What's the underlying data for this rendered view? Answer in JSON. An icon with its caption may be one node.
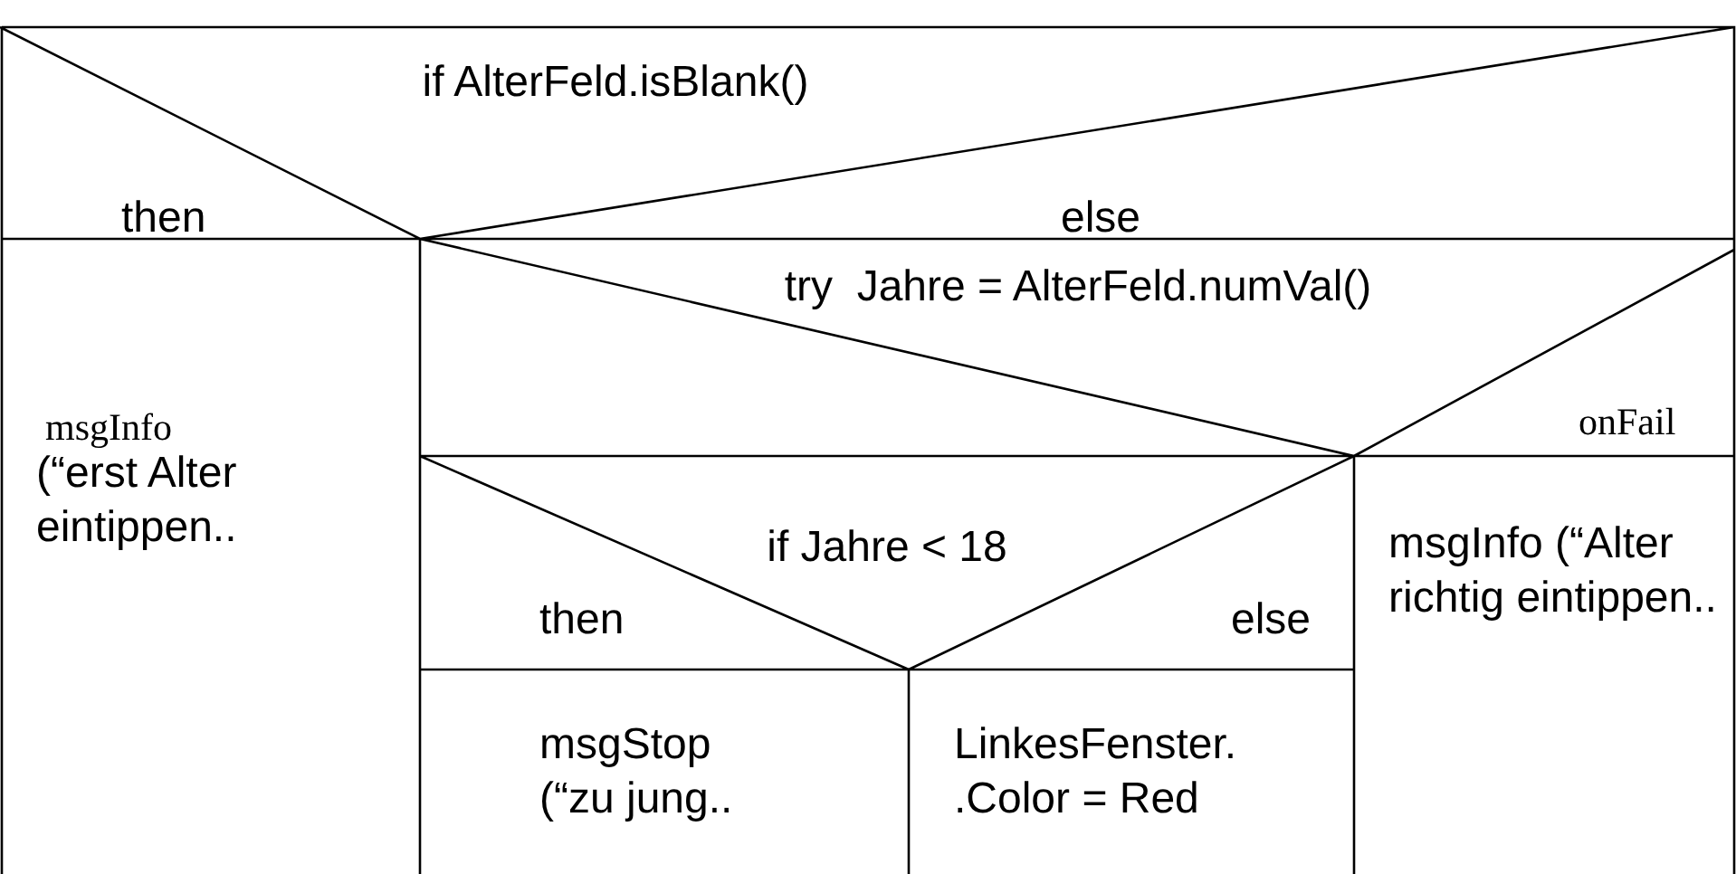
{
  "diagram": {
    "nodes": [
      {
        "text": [
          "if AlterFeld.isBlank()",
          "then",
          "else"
        ]
      },
      {
        "text": [
          "msgInfo",
          "(“erst Alter eintippen.."
        ]
      },
      {
        "text": [
          "try  Jahre = AlterFeld.numVal()",
          "onFail"
        ]
      },
      {
        "text": [
          "if Jahre < 18",
          "then",
          "else"
        ]
      },
      {
        "text": [
          "msgStop (“zu jung.."
        ]
      },
      {
        "text": [
          "LinkesFenster. .Color = Red"
        ]
      },
      {
        "text": [
          "msgInfo (“Alter richtig eintippen.."
        ]
      }
    ]
  }
}
